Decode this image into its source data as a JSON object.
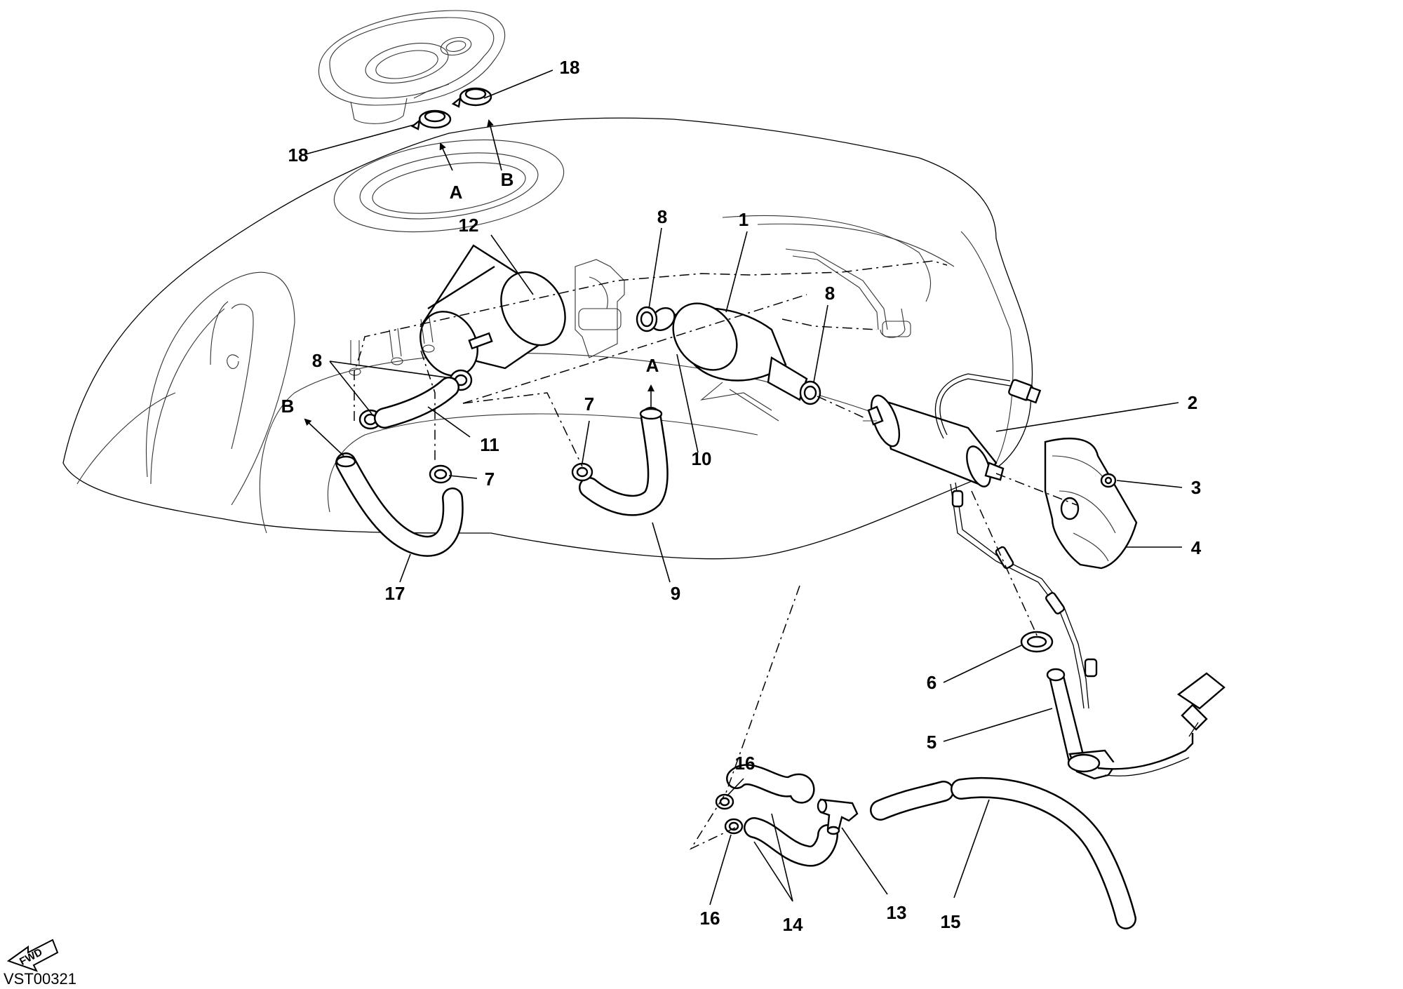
{
  "drawing_ref": "VST00321",
  "fwd_label": "FWD",
  "callouts": {
    "c1": "1",
    "c2": "2",
    "c3": "3",
    "c4": "4",
    "c5": "5",
    "c6": "6",
    "c7a": "7",
    "c7b": "7",
    "c8a": "8",
    "c8b": "8",
    "c8c": "8",
    "c9": "9",
    "c10": "10",
    "c11": "11",
    "c12": "12",
    "c13": "13",
    "c14": "14",
    "c15": "15",
    "c16a": "16",
    "c16b": "16",
    "c17": "17",
    "c18a": "18",
    "c18b": "18"
  },
  "connection_markers": {
    "a_top": "A",
    "b_top": "B",
    "a_hose": "A",
    "b_hose": "B"
  }
}
